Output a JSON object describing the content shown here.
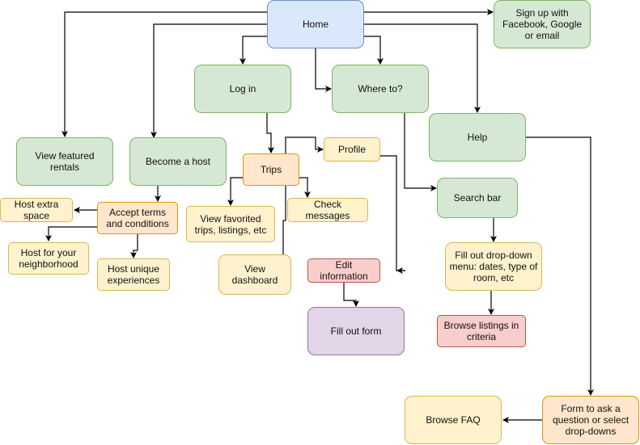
{
  "diagram": {
    "type": "flowchart",
    "nodes": {
      "home": "Home",
      "signup": "Sign up with Facebook, Google or email",
      "login": "Log in",
      "where_to": "Where to?",
      "help": "Help",
      "featured": "View featured rentals",
      "become_host": "Become a host",
      "trips": "Trips",
      "profile": "Profile",
      "search_bar": "Search bar",
      "host_extra": "Host extra space",
      "accept_terms": "Accept terms and conditions",
      "favorited": "View favorited trips, listings, etc",
      "messages": "Check messages",
      "host_neighborhood": "Host for your neighborhood",
      "host_unique": "Host unique experiences",
      "dashboard": "View dashboard",
      "edit_info": "Edit information",
      "dropdown_menu": "Fill out drop-down menu: dates, type of room, etc",
      "fill_form": "Fill out form",
      "browse_listings": "Browse listings in criteria",
      "browse_faq": "Browse FAQ",
      "ask_form": "Form to ask a question or select drop-downs"
    },
    "edges": [
      [
        "home",
        "signup"
      ],
      [
        "home",
        "login"
      ],
      [
        "home",
        "where_to"
      ],
      [
        "home",
        "help"
      ],
      [
        "home",
        "featured"
      ],
      [
        "home",
        "become_host"
      ],
      [
        "login",
        "trips"
      ],
      [
        "trips",
        "profile"
      ],
      [
        "trips",
        "favorited"
      ],
      [
        "trips",
        "messages"
      ],
      [
        "trips",
        "dashboard"
      ],
      [
        "profile",
        "edit_info"
      ],
      [
        "edit_info",
        "fill_form"
      ],
      [
        "become_host",
        "accept_terms"
      ],
      [
        "accept_terms",
        "host_extra"
      ],
      [
        "accept_terms",
        "host_neighborhood"
      ],
      [
        "accept_terms",
        "host_unique"
      ],
      [
        "where_to",
        "search_bar"
      ],
      [
        "search_bar",
        "dropdown_menu"
      ],
      [
        "dropdown_menu",
        "browse_listings"
      ],
      [
        "help",
        "ask_form"
      ],
      [
        "ask_form",
        "browse_faq"
      ]
    ]
  }
}
